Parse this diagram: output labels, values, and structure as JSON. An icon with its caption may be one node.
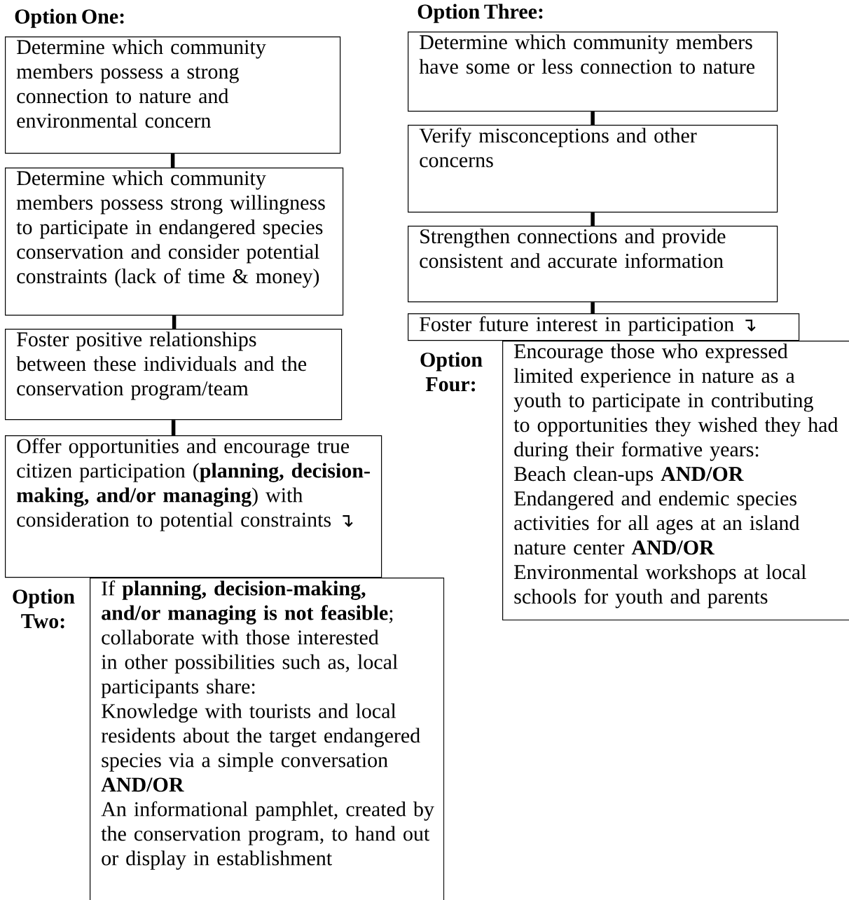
{
  "diagram": {
    "nodes": [
      {
        "text": [
          "Determine which community members possess a strong connection to nature and environmental concern"
        ],
        "beside": [
          "Option One:"
        ]
      },
      {
        "text": [
          "Determine which community members possess strong willingness to participate in endangered species conservation and consider potential constraints (lack of time & money)"
        ]
      },
      {
        "text": [
          "Foster positive relationships between these individuals and the conservation program/team"
        ]
      },
      {
        "text": [
          "Offer opportunities and encourage true citizen participation (**planning, decision-making, and/or managing**) with consideration to potential constraints ↴"
        ]
      },
      {
        "text": [
          "Option Two:",
          "If **planning, decision-making, and/or managing is not feasible**; collaborate with those interested in other possibilities such as, local participants share:",
          "Knowledge with tourists and local residents about the target endangered species via a simple conversation **AND/OR**",
          "An informational pamphlet, created by the conservation program, to hand out or display in establishment"
        ]
      },
      {
        "text": [
          "Determine which community members have some or less connection to nature"
        ],
        "beside": [
          "Option Three:"
        ]
      },
      {
        "text": [
          "Verify misconceptions and other concerns"
        ]
      },
      {
        "text": [
          "Strengthen connections and provide consistent and accurate information"
        ]
      },
      {
        "text": [
          "Foster future interest in participation ↴"
        ]
      },
      {
        "text": [
          "Option Four:",
          "Encourage those who expressed limited experience in nature as a youth to participate in contributing to opportunities they wished they had during their formative years:",
          "Beach clean-ups **AND/OR**",
          "Endangered and endemic species activities for all ages at an island nature center **AND/OR**",
          "Environmental workshops at local schools for youth and parents"
        ]
      }
    ],
    "edges": [
      {
        "from": 0,
        "to": 1,
        "arrow": "none"
      },
      {
        "from": 1,
        "to": 2,
        "arrow": "none"
      },
      {
        "from": 2,
        "to": 3,
        "arrow": "none"
      },
      {
        "from": 5,
        "to": 6,
        "arrow": "none"
      },
      {
        "from": 6,
        "to": 7,
        "arrow": "none"
      },
      {
        "from": 7,
        "to": 8,
        "arrow": "none"
      }
    ]
  }
}
